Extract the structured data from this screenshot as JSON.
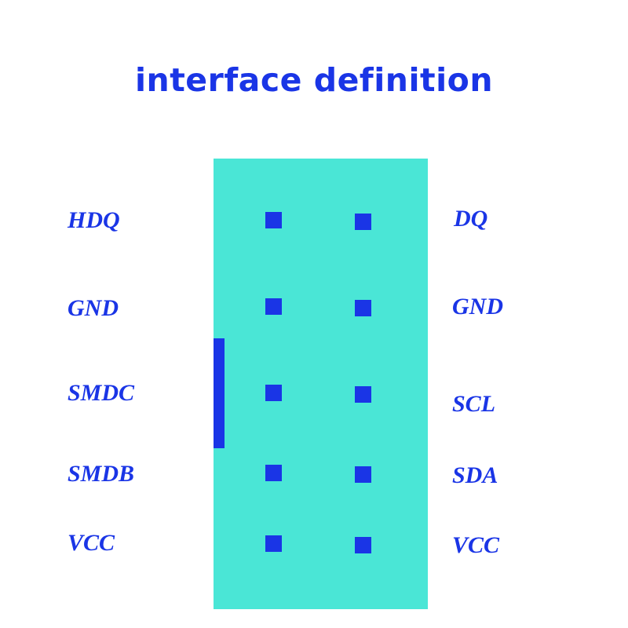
{
  "title": "interface definition",
  "colors": {
    "accent": "#1a35e6",
    "board": "#4ae6d6",
    "background": "#ffffff"
  },
  "left_pins": [
    "HDQ",
    "GND",
    "SMDC",
    "SMDB",
    "VCC"
  ],
  "right_pins": [
    "DQ",
    "GND",
    "SCL",
    "SDA",
    "VCC"
  ]
}
